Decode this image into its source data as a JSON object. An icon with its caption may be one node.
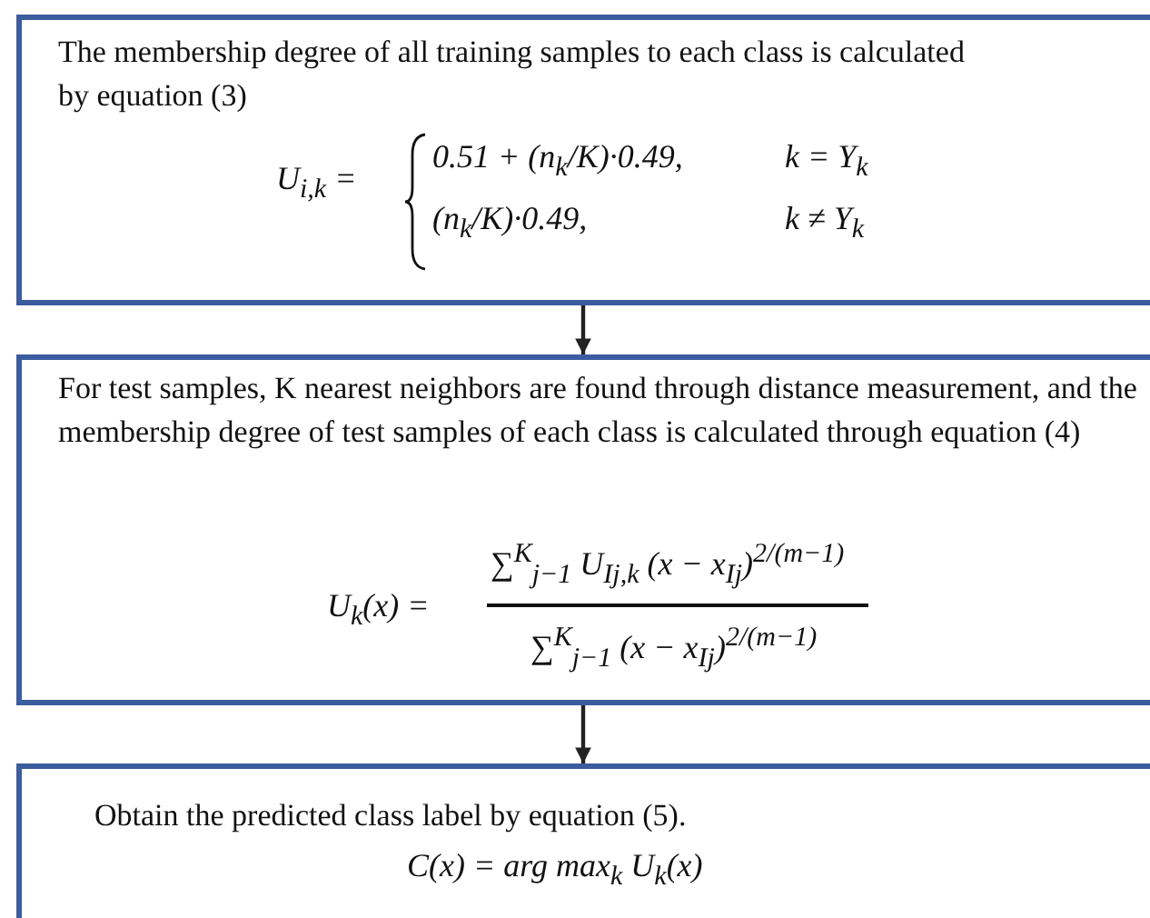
{
  "diagram": {
    "nodes": [
      {
        "text": [
          "The membership degree of all training samples to each class is calculated by equation (3)",
          "U$_{i,k}$ =",
          "0.51 + (n$_{k}$/K)·0.49,",
          "k = Y$_{k}$",
          "(n$_{k}$/K)·0.49,",
          "k ≠ Y$_{k}$"
        ]
      },
      {
        "text": [
          "For test samples, K nearest neighbors are found through distance measurement, and the membership degree of test samples of each class is calculated through equation (4)",
          "U$_{k}$(x) =",
          "∑$^{K}$$_{j−1}$ U$_{Ij,k}$ (x − x$_{Ij}$)$^{2/(m−1)}$",
          "∑$^{K}$$_{j−1}$ (x − x$_{Ij}$)$^{2/(m−1)}$"
        ]
      },
      {
        "text": [
          "Obtain the predicted class label by equation (5).",
          "C(x) = arg max$_{k}$ U$_{k}$(x)"
        ]
      }
    ],
    "edges": [
      {
        "from": 0,
        "to": 1,
        "arrow": "to"
      },
      {
        "from": 1,
        "to": 2,
        "arrow": "to"
      }
    ]
  }
}
